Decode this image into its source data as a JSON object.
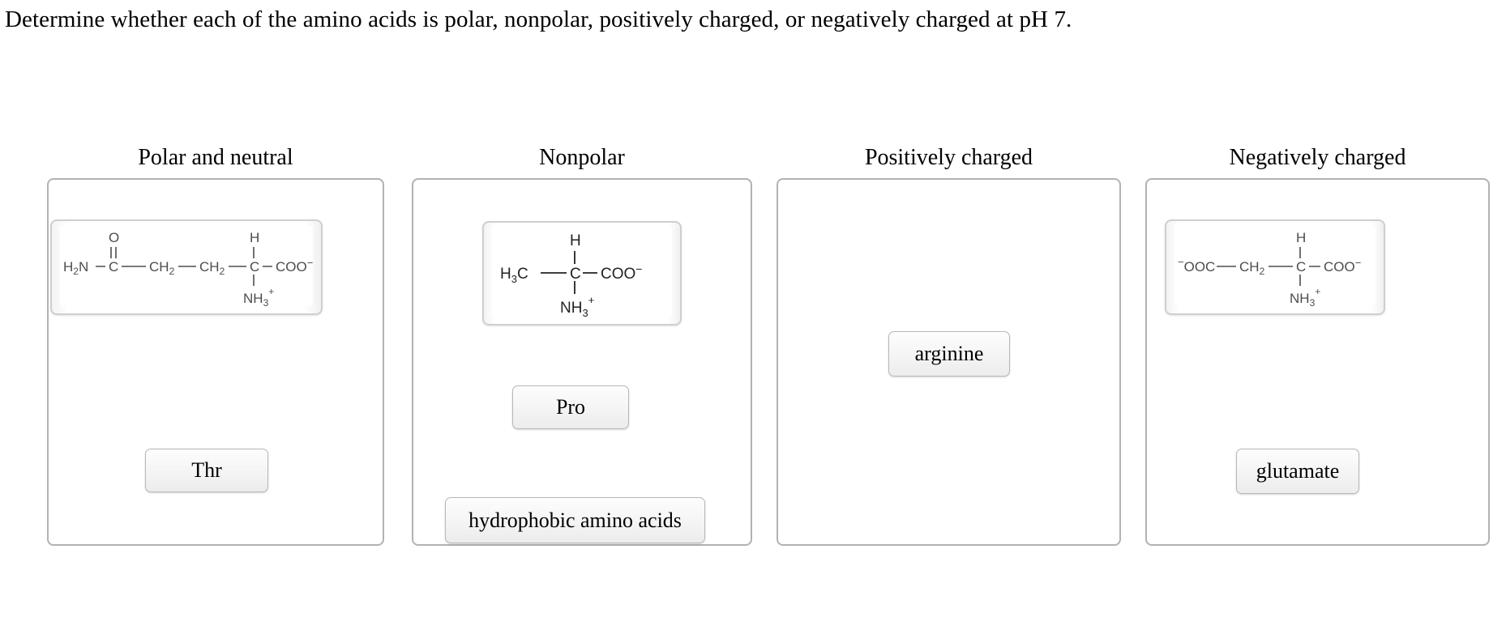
{
  "prompt": "Determine whether each of the amino acids is polar, nonpolar, positively charged, or negatively charged at pH 7.",
  "columns": [
    {
      "header": "Polar and neutral",
      "items": [
        {
          "kind": "structure",
          "name": "glutamine-structure",
          "formula": "H2N-C(=O)-CH2-CH2-C(H)(NH3+)-COO-"
        },
        {
          "kind": "tile",
          "label": "Thr"
        }
      ]
    },
    {
      "header": "Nonpolar",
      "items": [
        {
          "kind": "structure",
          "name": "alanine-structure",
          "formula": "H3C-C(H)(NH3+)-COO-"
        },
        {
          "kind": "tile",
          "label": "Pro"
        },
        {
          "kind": "tile",
          "label": "hydrophobic amino acids"
        }
      ]
    },
    {
      "header": "Positively charged",
      "items": [
        {
          "kind": "tile",
          "label": "arginine"
        }
      ]
    },
    {
      "header": "Negatively charged",
      "items": [
        {
          "kind": "structure",
          "name": "aspartate-structure",
          "formula": "-OOC-CH2-C(H)(NH3+)-COO-"
        },
        {
          "kind": "tile",
          "label": "glutamate"
        }
      ]
    }
  ],
  "structure_labels": {
    "h2n": "H",
    "h2n_sub": "2",
    "h2n_n": "N",
    "o": "O",
    "c": "C",
    "ch2_c": "CH",
    "ch2_sub": "2",
    "h": "H",
    "coo": "COO",
    "minus": "−",
    "nh3": "NH",
    "nh3_sub": "3",
    "plus": "+",
    "h3c_h": "H",
    "h3c_sub": "3",
    "h3c_c": "C",
    "ooc": "OOC"
  },
  "colors": {
    "dropzone_border": "#b2b2b2",
    "tile_border": "#b8b8b8",
    "structure_border": "#cfcfcf",
    "text": "#000000",
    "bond": "#4d4d4d",
    "atom": "#4d4d4d"
  }
}
